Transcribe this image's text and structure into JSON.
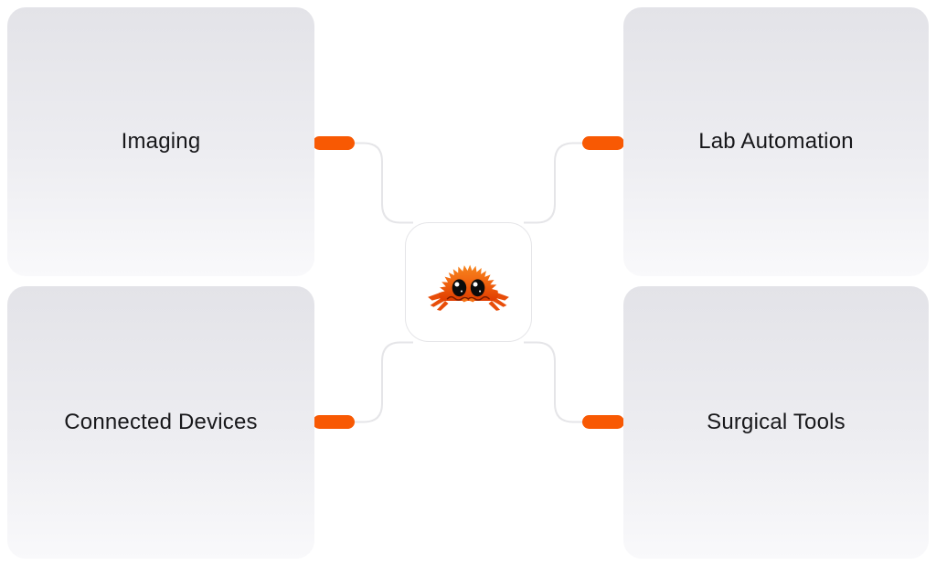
{
  "diagram": {
    "type": "mindmap",
    "center": {
      "icon": "ferris-crab-icon",
      "icon_description": "Rust language crab mascot"
    },
    "cards": [
      {
        "label": "Imaging",
        "position": "top-left"
      },
      {
        "label": "Lab Automation",
        "position": "top-right"
      },
      {
        "label": "Connected Devices",
        "position": "bottom-left"
      },
      {
        "label": "Surgical Tools",
        "position": "bottom-right"
      }
    ]
  },
  "colors": {
    "accent_orange": "#F85903",
    "connector_gray": "#E5E5E8",
    "card_top": "#E3E3E8",
    "card_mid": "#EDEDF1",
    "card_bottom": "#F9F9FB",
    "text": "#18181B",
    "node_border": "#E5E5E8",
    "node_bg": "#FFFFFF",
    "crab_gradient_top": "#F6861F",
    "crab_gradient_bottom": "#E03C00"
  }
}
